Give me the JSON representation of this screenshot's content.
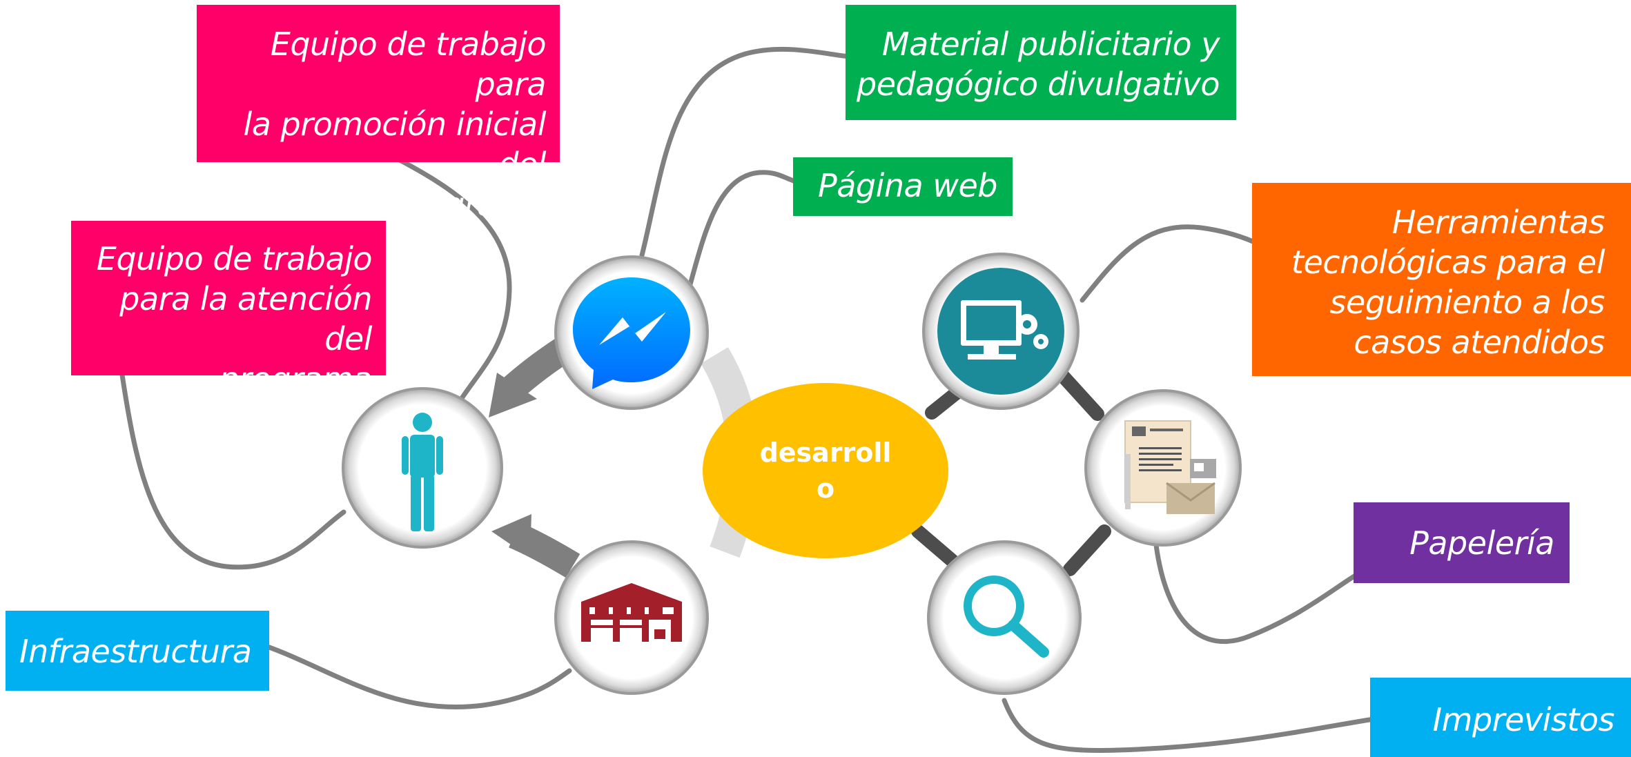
{
  "center": {
    "label_line1": "desarroll",
    "label_line2": "o"
  },
  "colors": {
    "pink": "#ff0068",
    "green": "#00b050",
    "orange": "#ff6600",
    "purple": "#7030a0",
    "blue": "#00b0f0",
    "center": "#ffc000",
    "connector": "#808080"
  },
  "boxes": {
    "equipo_promocion": {
      "line1": "Equipo de trabajo para",
      "line2": "la promoción inicial del",
      "line3": "programa"
    },
    "equipo_atencion": {
      "line1": "Equipo de trabajo",
      "line2": "para la atención del",
      "line3": "programa"
    },
    "material": {
      "line1": "Material publicitario y",
      "line2": "pedagógico divulgativo"
    },
    "pagina_web": {
      "line1": "Página web"
    },
    "herramientas": {
      "line1": "Herramientas",
      "line2": "tecnológicas para el",
      "line3": "seguimiento a los",
      "line4": "casos atendidos"
    },
    "papeleria": {
      "line1": "Papelería"
    },
    "infraestructura": {
      "line1": "Infraestructura"
    },
    "imprevistos": {
      "line1": "Imprevistos"
    }
  },
  "icons": [
    "messenger-icon",
    "person-icon",
    "warehouse-icon",
    "computer-gears-icon",
    "documents-envelope-icon",
    "magnifier-icon"
  ]
}
